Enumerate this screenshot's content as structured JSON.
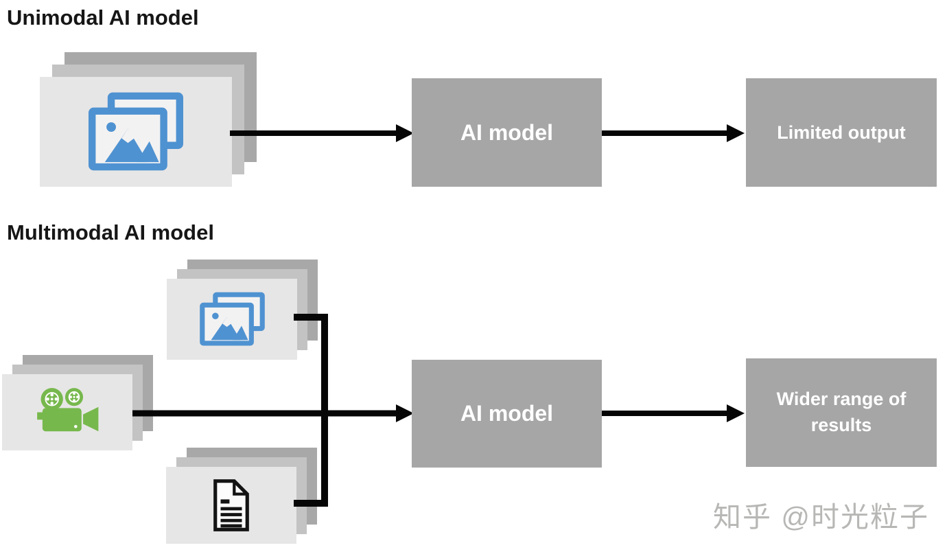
{
  "diagram": {
    "unimodal": {
      "title": "Unimodal AI model",
      "input_stack": {
        "icon": "images-icon"
      },
      "model_box": {
        "label": "AI model"
      },
      "output_box": {
        "label": "Limited output"
      }
    },
    "multimodal": {
      "title": "Multimodal AI model",
      "input_stacks": [
        {
          "icon": "images-icon"
        },
        {
          "icon": "video-camera-icon"
        },
        {
          "icon": "document-icon"
        }
      ],
      "model_box": {
        "label": "AI model"
      },
      "output_box": {
        "label": "Wider range of results"
      }
    },
    "watermark": {
      "text": "知乎 @时光粒子"
    },
    "colors": {
      "background": "#ffffff",
      "title_text": "#161616",
      "box_gray": "#a6a6a6",
      "box_text": "#ffffff",
      "card_front": "#e7e6e6",
      "card_mid": "#c3c3c3",
      "card_back": "#a8a8a8",
      "icon_blue": "#4f92d1",
      "icon_green": "#77b84d",
      "icon_black": "#141414",
      "arrow": "#060606",
      "watermark_gray": "#b7b7b5"
    }
  }
}
